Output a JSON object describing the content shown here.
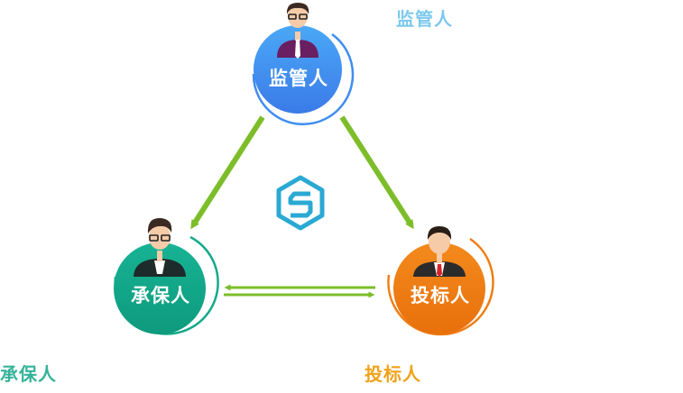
{
  "nodes": {
    "supervisor": {
      "label": "监管人",
      "caption": "监管人",
      "color": "#3f8df0",
      "caption_color": "#7dc9ee"
    },
    "underwriter": {
      "label": "承保人",
      "caption": "承保人",
      "color": "#13a98a",
      "caption_color": "#35b39a"
    },
    "bidder": {
      "label": "投标人",
      "caption": "投标人",
      "color": "#ef7d12",
      "caption_color": "#f0a21a"
    }
  },
  "arrows_color": "#7dbd2a",
  "logo": {
    "icon": "hexagon-s-logo-icon",
    "color": "#2aa9d3"
  }
}
